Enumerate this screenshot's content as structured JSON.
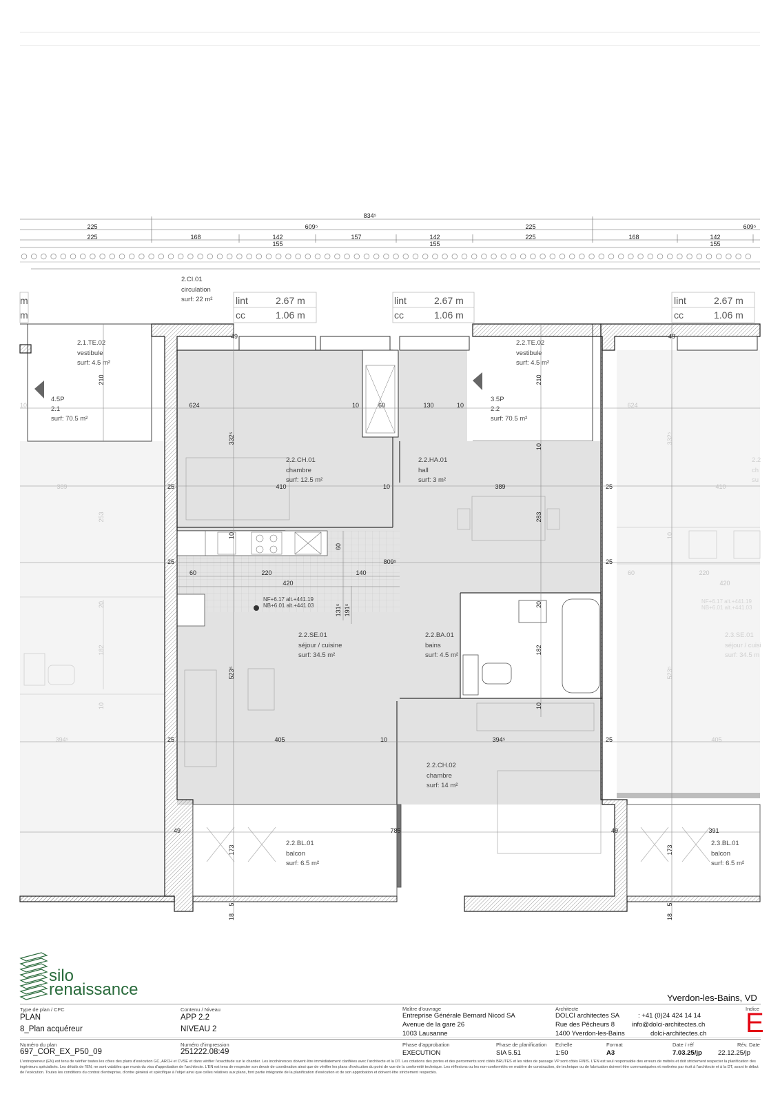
{
  "dimensions": {
    "overall": "834⁵",
    "top_row": [
      "225",
      "609⁵",
      "225",
      "609⁵"
    ],
    "sub_row": [
      "225",
      "168",
      "142",
      "157",
      "142",
      "225",
      "168",
      "142"
    ],
    "sub_row_small": [
      "155",
      "155",
      "155"
    ],
    "interior": {
      "d624": "624",
      "d10a": "10",
      "d60a": "60",
      "d130": "130",
      "d10b": "10",
      "d332": "332⁵",
      "d25a": "25",
      "d410": "410",
      "d10c": "10",
      "d389": "389",
      "d25b": "25",
      "d283": "283",
      "d10d": "10",
      "d60b": "60",
      "d25c": "25",
      "d809": "809⁵",
      "d25d": "25",
      "d60c": "60",
      "d220": "220",
      "d140": "140",
      "d420": "420",
      "d131": "131⁵",
      "d191": "191⁵",
      "d20": "20",
      "d182": "182",
      "d523": "523⁵",
      "d10e": "10",
      "d25e": "25",
      "d405": "405",
      "d10f": "10",
      "d394": "394⁵",
      "d25f": "25",
      "d49a": "49",
      "d785": "785",
      "d49b": "49",
      "d173a": "173",
      "d173b": "173",
      "d391": "391",
      "d18a": "18",
      "d5a": "5",
      "d18b": "18",
      "d5b": "5",
      "d49top1": "49",
      "d49top2": "49",
      "d210a": "210",
      "d210b": "210",
      "d10g": "10"
    },
    "ghost": {
      "g10a": "10",
      "g389": "389",
      "g253": "253",
      "g20": "20",
      "g182": "182",
      "g10b": "10",
      "g394": "394⁵",
      "g624": "624",
      "g332": "332⁵",
      "g410": "410",
      "g10c": "10",
      "g60": "60",
      "g220": "220",
      "g420": "420",
      "g523": "523⁵",
      "g405": "405"
    }
  },
  "heights": [
    {
      "lint_label": "lint",
      "lint_value": "2.67 m",
      "cc_label": "cc",
      "cc_value": "1.06 m"
    },
    {
      "lint_label": "lint",
      "lint_value": "2.67 m",
      "cc_label": "cc",
      "cc_value": "1.06 m"
    },
    {
      "lint_label": "lint",
      "lint_value": "2.67 m",
      "cc_label": "cc",
      "cc_value": "1.06 m"
    }
  ],
  "edge_m": [
    "m",
    "m"
  ],
  "rooms": {
    "circulation": {
      "code": "2.CI.01",
      "name": "circulation",
      "surf": "surf: 22 m²"
    },
    "vestibule_21": {
      "code": "2.1.TE.02",
      "name": "vestibule",
      "surf": "surf: 4.5 m²"
    },
    "apt_21": {
      "code": "4.5P",
      "name": "2.1",
      "surf": "surf: 70.5 m²"
    },
    "vestibule_22": {
      "code": "2.2.TE.02",
      "name": "vestibule",
      "surf": "surf: 4.5 m²"
    },
    "apt_22": {
      "code": "3.5P",
      "name": "2.2",
      "surf": "surf: 70.5 m²"
    },
    "chambre1": {
      "code": "2.2.CH.01",
      "name": "chambre",
      "surf": "surf: 12.5 m²"
    },
    "hall": {
      "code": "2.2.HA.01",
      "name": "hall",
      "surf": "surf:  3 m²"
    },
    "sejour": {
      "code": "2.2.SE.01",
      "name": "séjour / cuisine",
      "surf": "surf:  34.5 m²"
    },
    "bains": {
      "code": "2.2.BA.01",
      "name": "bains",
      "surf": "surf: 4.5 m²"
    },
    "chambre2": {
      "code": "2.2.CH.02",
      "name": "chambre",
      "surf": "surf: 14 m²"
    },
    "balcon22": {
      "code": "2.2.BL.01",
      "name": "balcon",
      "surf": "surf: 6.5 m²"
    },
    "balcon23": {
      "code": "2.3.BL.01",
      "name": "balcon",
      "surf": "surf: 6.5 m²"
    },
    "sejour23": {
      "code": "2.3.SE.01",
      "name": "séjour / cuisi",
      "surf": "surf:  34.5 m"
    },
    "ghost_right_ch": {
      "code": "2.2",
      "name": "ch",
      "surf": "su"
    }
  },
  "levels": {
    "nf": "NF+6.17 alt.+441.19",
    "nb": "NB+6.01 alt.+441.03",
    "nf_ghost": "NF+6.17 alt.+441.19",
    "nb_ghost": "NB+6.01 alt.+441.03"
  },
  "logo": {
    "line1": "silo",
    "line2": "renaissance"
  },
  "titleblock": {
    "location": "Yverdon-les-Bains, VD",
    "type_label": "Type de plan / CFC",
    "type_value1": "PLAN",
    "type_value2": "8_Plan acquéreur",
    "content_label": "Contenu / Niveau",
    "content_value1": "APP 2.2",
    "content_value2": "NIVEAU 2",
    "owner_label": "Maître d'ouvrage",
    "owner_lines": [
      "Entreprise Générale Bernard Nicod SA",
      "Avenue de la gare 26",
      "1003 Lausanne"
    ],
    "architect_label": "Architecte",
    "architect_lines": [
      "DOLCI architectes SA",
      "Rue des Pêcheurs 8",
      "1400 Yverdon-les-Bains"
    ],
    "contact_lines": [
      ": +41  (0)24  424  14  14",
      "info@dolci-architectes.ch",
      "dolci-architectes.ch"
    ],
    "indice_label": "Indice",
    "indice_value": "E",
    "plan_number_label": "Numéro du plan",
    "plan_number": "697_COR_EX_P50_09",
    "print_number_label": "Numéro d'impression",
    "print_number": "251222.08:49",
    "approval_label": "Phase d'approbation",
    "approval_value": "EXECUTION",
    "planning_label": "Phase de planification",
    "planning_value": "SIA 5.51",
    "scale_label": "Echelle",
    "scale_value": "1:50",
    "format_label": "Format",
    "format_value": "A3",
    "date_label": "Date / réf",
    "date_value": "7.03.25/jp",
    "rev_label": "Rév. Date",
    "rev_value": "22.12.25/jp"
  },
  "disclaimer": "L'entrepreneur (EN) est tenu de vérifier toutes les côtes des plans d'exécution GC, ARCH et CVSE et dans vérifier l'exactitude sur le chantier. Les incohérences doivent être immédiatement clarifiées avec l'architecte et la DT. Les cotations des portes et des percements sont côtés BRUTES et les vides de passage VP sont côtés FINIS. L'EN est seul responsable des erreurs de métrés et doit strictement respecter la planification des ingénieurs spécialisés.  Les détails de l'EN, ne sont valables que munis du visa d'approbation de l'architecte. L'EN est tenu de respecter son devoir de coordination ainsi que de vérifier les plans d'exécution du point de vue de la conformité technique. Les réflexions ou les non-conformités en matière de construction, de technique ou de fabrication doivent être communiquées  et motivées par écrit à l'architecte et à la DT,  avant le début de l'exécution.       Toutes les conditions du contrat  d'entreprise,  d'ontre général et spécifique à l'objet ainsi que celles relatives aux plans,  font partie intégrante de la planification d'exécution et  de  son  approbation  et  doivent  être strictement respectés.",
  "colors": {
    "room_fill": "#e2e2e2",
    "wall_fill": "#ffffff",
    "accent": "#e30613",
    "logo": "#2a6b3c"
  }
}
